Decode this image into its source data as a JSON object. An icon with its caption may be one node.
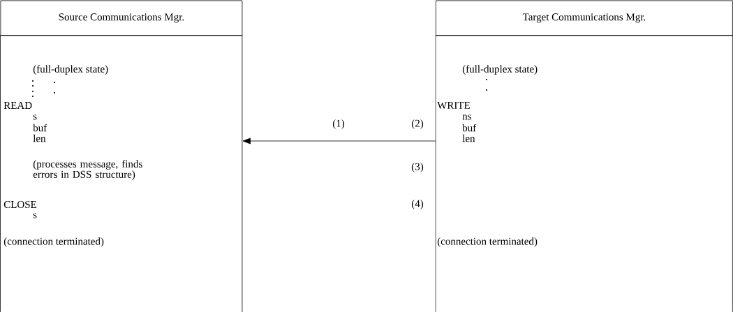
{
  "diagram": {
    "nodes": [
      {
        "text": [
          "Source Communications Mgr."
        ]
      },
      {
        "text": [
          "(full-duplex state)",
          "READ",
          "s",
          "buf",
          "len",
          "(processes message, finds errors in DSS structure)",
          "CLOSE",
          "s",
          "(connection terminated)"
        ]
      },
      {
        "text": [
          "Target Communications Mgr."
        ]
      },
      {
        "text": [
          "(full-duplex state)",
          "WRITE",
          "ns",
          "buf",
          "len",
          "(connection terminated)"
        ]
      }
    ],
    "edges": [
      {
        "from": 3,
        "to": 1,
        "arrow": "to"
      }
    ],
    "labels": [
      "(1)",
      "(2)",
      "(3)",
      "(4)"
    ]
  }
}
